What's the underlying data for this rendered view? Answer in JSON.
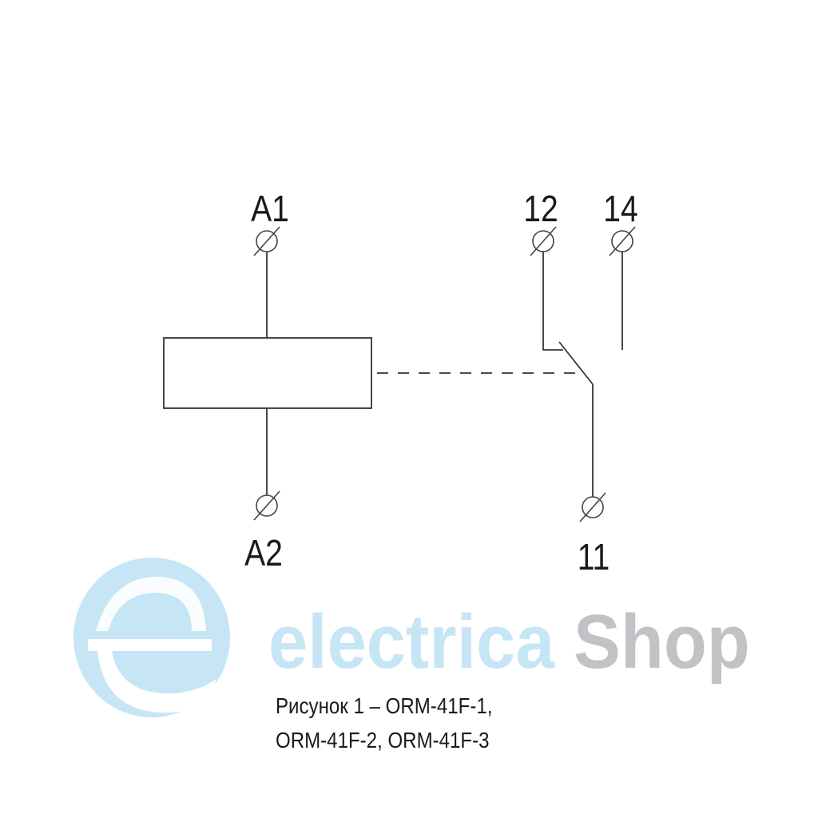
{
  "terminals": {
    "a1": "A1",
    "a2": "A2",
    "t12": "12",
    "t14": "14",
    "t11": "11"
  },
  "logo": {
    "part1": "electrica",
    "part2": "Shop",
    "color_blue": "#c6e6f5",
    "color_gray": "#c0c2c6"
  },
  "caption": {
    "line1": "Рисунок 1 – ORM-41F-1,",
    "line2": "ORM-41F-2, ORM-41F-3"
  }
}
